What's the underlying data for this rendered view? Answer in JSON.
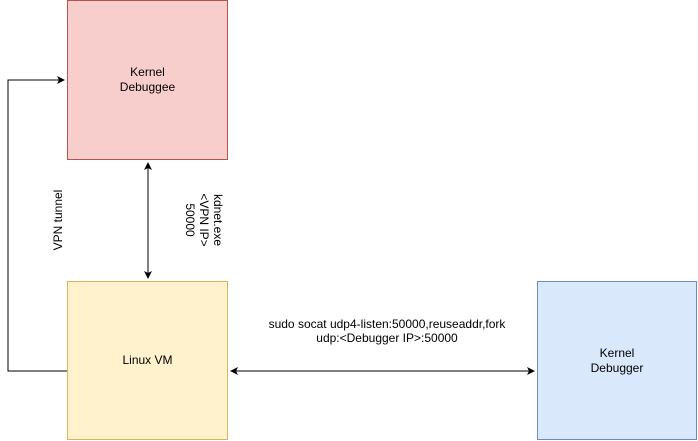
{
  "nodes": {
    "debuggee": {
      "label": "Kernel\nDebuggee",
      "fill": "#f8cecc",
      "stroke": "#b85450"
    },
    "linux_vm": {
      "label": "Linux VM",
      "fill": "#fff2cc",
      "stroke": "#d6b656"
    },
    "debugger": {
      "label": "Kernel\nDebugger",
      "fill": "#dae8fc",
      "stroke": "#6c8ebf"
    }
  },
  "edges": {
    "vpn_tunnel": {
      "label": "VPN tunnel"
    },
    "kdnet": {
      "label": "kdnet.exe\n<VPN IP>\n50000"
    },
    "socat": {
      "label": "sudo socat udp4-listen:50000,reuseaddr,fork\nudp:<Debugger IP>:50000"
    }
  },
  "colors": {
    "line": "#000000"
  }
}
